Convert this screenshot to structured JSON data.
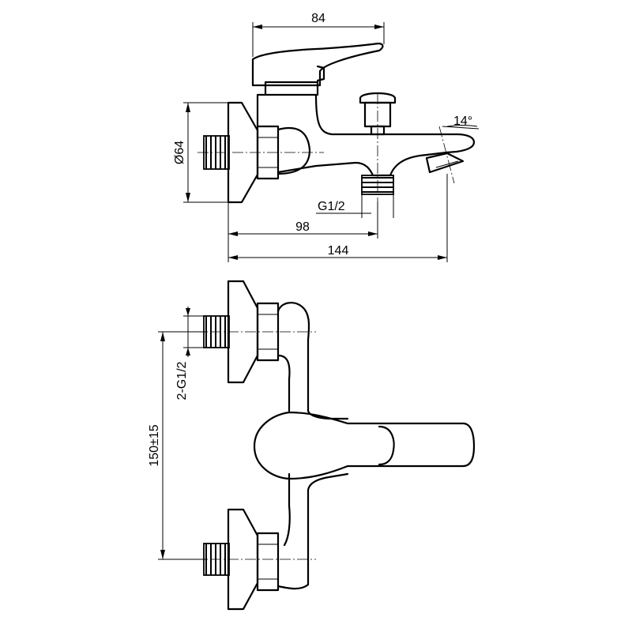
{
  "dimensions": {
    "handle_width": "84",
    "flange_diameter": "Ø64",
    "spout_angle": "14°",
    "outlet_thread": "G1/2",
    "outlet_offset": "98",
    "total_depth": "144",
    "inlet_threads": "2-G1/2",
    "inlet_spacing": "150±15"
  }
}
